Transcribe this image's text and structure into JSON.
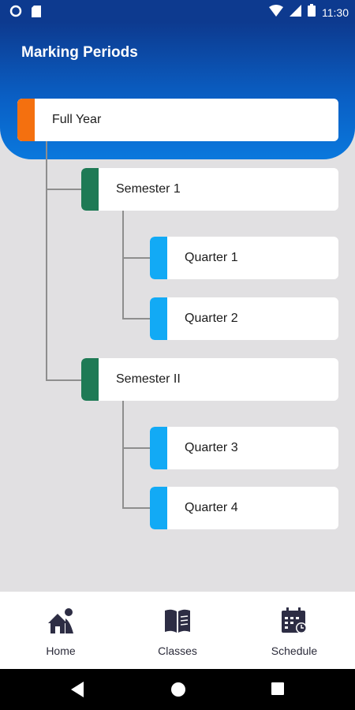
{
  "status_bar": {
    "time": "11:30",
    "left_icons": [
      "circle-notification-icon",
      "sd-card-icon"
    ],
    "right_icons": [
      "wifi-icon",
      "signal-icon",
      "battery-icon"
    ]
  },
  "header": {
    "title": "Marking Periods"
  },
  "tree": {
    "full_year": {
      "label": "Full Year",
      "accent": "#f4700f"
    },
    "semesters": [
      {
        "label": "Semester 1",
        "accent": "#1e7a55",
        "quarters": [
          {
            "label": "Quarter 1",
            "accent": "#12aaf5"
          },
          {
            "label": "Quarter 2",
            "accent": "#12aaf5"
          }
        ]
      },
      {
        "label": "Semester II",
        "accent": "#1e7a55",
        "quarters": [
          {
            "label": "Quarter 3",
            "accent": "#12aaf5"
          },
          {
            "label": "Quarter 4",
            "accent": "#12aaf5"
          }
        ]
      }
    ]
  },
  "bottom_nav": {
    "items": [
      {
        "label": "Home",
        "icon": "home-icon"
      },
      {
        "label": "Classes",
        "icon": "book-icon"
      },
      {
        "label": "Schedule",
        "icon": "calendar-clock-icon"
      }
    ]
  },
  "system_nav": {
    "buttons": [
      "back-icon",
      "home-circle-icon",
      "recents-icon"
    ]
  },
  "colors": {
    "header_dark": "#0d3a8f",
    "header_light": "#0a78dd",
    "background": "#e1e0e2",
    "full_year_accent": "#f4700f",
    "semester_accent": "#1e7a55",
    "quarter_accent": "#12aaf5"
  }
}
